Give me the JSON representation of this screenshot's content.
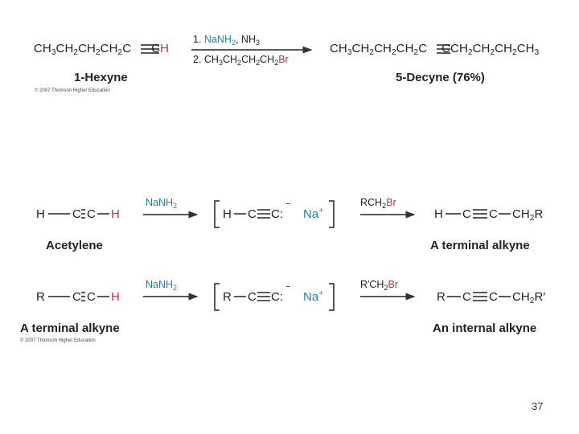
{
  "reaction1": {
    "reactant": {
      "p1": "CH",
      "s1": "3",
      "p2": "CH",
      "s2": "2",
      "p3": "CH",
      "s3": "2",
      "p4": "CH",
      "s4": "2",
      "p5": "C",
      "p6": "C",
      "p7": "H"
    },
    "reactant_name": "1-Hexyne",
    "step1": {
      "num": "1. ",
      "p1": "NaNH",
      "s1": "2",
      "p2": ", NH",
      "s2": "3"
    },
    "step2": {
      "num": "2. ",
      "p1": "CH",
      "s1": "3",
      "p2": "CH",
      "s2": "2",
      "p3": "CH",
      "s3": "2",
      "p4": "CH",
      "s4": "2",
      "p5": "Br"
    },
    "product": {
      "p1": "CH",
      "s1": "3",
      "p2": "CH",
      "s2": "2",
      "p3": "CH",
      "s3": "2",
      "p4": "CH",
      "s4": "2",
      "p5": "C",
      "p6": "CCH",
      "s6": "2",
      "p7": "CH",
      "s7": "2",
      "p8": "CH",
      "s8": "2",
      "p9": "CH",
      "s9": "3"
    },
    "product_name": "5-Decyne",
    "product_yield": "(76%)",
    "copyright": "© 2007 Thomson Higher Education"
  },
  "reaction2": {
    "r_h": "H",
    "r_c1": "C",
    "r_c2": "C",
    "r_h2": "H",
    "reactant_name": "Acetylene",
    "reagent1": {
      "p1": "NaNH",
      "s1": "2"
    },
    "anion": {
      "h": "H",
      "c1": "C",
      "c2": "C:",
      "charge": "−",
      "na": "Na",
      "na_charge": "+"
    },
    "reagent2": {
      "p1": "RCH",
      "s1": "2",
      "p2": "Br"
    },
    "prod": {
      "h": "H",
      "c1": "C",
      "c2": "C",
      "p": "CH",
      "s": "2",
      "r": "R"
    },
    "product_name": "A terminal alkyne"
  },
  "reaction3": {
    "r_r": "R",
    "r_c1": "C",
    "r_c2": "C",
    "r_h": "H",
    "reactant_name": "A terminal alkyne",
    "reagent1": {
      "p1": "NaNH",
      "s1": "2"
    },
    "anion": {
      "r": "R",
      "c1": "C",
      "c2": "C:",
      "charge": "−",
      "na": "Na",
      "na_charge": "+"
    },
    "reagent2": {
      "p1": "R′CH",
      "s1": "2",
      "p2": "Br"
    },
    "prod": {
      "r": "R",
      "c1": "C",
      "c2": "C",
      "p": "CH",
      "s": "2",
      "r2": "R′"
    },
    "product_name": "An internal alkyne",
    "copyright": "© 2007 Thomson Higher Education"
  },
  "page_number": "37",
  "colors": {
    "highlight_red": "#d32f2f",
    "reagent_blue": "#1f7fc4",
    "text": "#222222"
  }
}
